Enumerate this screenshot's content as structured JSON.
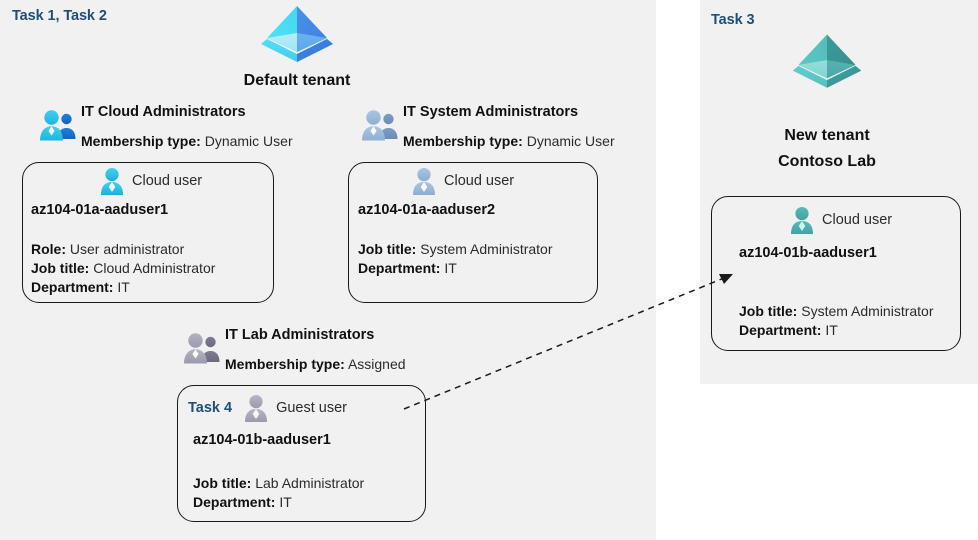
{
  "panels": {
    "left": {
      "task_label": "Task 1, Task 2"
    },
    "right": {
      "task_label": "Task 3"
    }
  },
  "tenants": [
    {
      "id": "default-tenant",
      "name_line1": "Default tenant",
      "name_line2": "",
      "icon": "azure-ad-tenant-icon",
      "color": "#3fa9f5"
    },
    {
      "id": "new-tenant",
      "name_line1": "New  tenant",
      "name_line2": "Contoso Lab",
      "icon": "azure-ad-tenant-icon",
      "color": "#4cb3b0"
    }
  ],
  "groups": [
    {
      "id": "it-cloud-administrators",
      "title": "IT Cloud Administrators",
      "membership_label": "Membership type:",
      "membership_value": "Dynamic User",
      "icon": "group-users-icon",
      "icon_theme": "cyan"
    },
    {
      "id": "it-system-administrators",
      "title": "IT System Administrators",
      "membership_label": "Membership type:",
      "membership_value": "Dynamic User",
      "icon": "group-users-icon",
      "icon_theme": "steel"
    },
    {
      "id": "it-lab-administrators",
      "title": "IT Lab Administrators",
      "membership_label": "Membership type:",
      "membership_value": "Assigned",
      "icon": "group-users-icon",
      "icon_theme": "gray"
    }
  ],
  "cards": [
    {
      "id": "az104-01a-aaduser1",
      "task_tag": "",
      "user_type": "Cloud user",
      "user_icon": "cloud-user-icon",
      "icon_theme": "cyan",
      "username": "az104-01a-aaduser1",
      "fields": [
        {
          "label": "Role:",
          "value": "User administrator"
        },
        {
          "label": "Job title:",
          "value": "Cloud Administrator"
        },
        {
          "label": "Department:",
          "value": "IT"
        }
      ]
    },
    {
      "id": "az104-01a-aaduser2",
      "task_tag": "",
      "user_type": "Cloud user",
      "user_icon": "cloud-user-icon",
      "icon_theme": "steel",
      "username": "az104-01a-aaduser2",
      "fields": [
        {
          "label": "Job title:",
          "value": "System Administrator"
        },
        {
          "label": "Department:",
          "value": "IT"
        }
      ]
    },
    {
      "id": "az104-01b-aaduser1-guest",
      "task_tag": "Task 4",
      "user_type": "Guest user",
      "user_icon": "guest-user-icon",
      "icon_theme": "gray",
      "username": "az104-01b-aaduser1",
      "fields": [
        {
          "label": "Job title:",
          "value": "Lab Administrator"
        },
        {
          "label": "Department:",
          "value": "IT"
        }
      ]
    },
    {
      "id": "az104-01b-aaduser1-cloud",
      "task_tag": "",
      "user_type": "Cloud user",
      "user_icon": "cloud-user-icon",
      "icon_theme": "teal",
      "username": "az104-01b-aaduser1",
      "fields": [
        {
          "label": "Job title:",
          "value": "System Administrator"
        },
        {
          "label": "Department:",
          "value": "IT"
        }
      ]
    }
  ],
  "connector": {
    "id": "guest-to-new-tenant-arrow",
    "style": "dashed",
    "color": "#1a1a1a",
    "direction": "guest-user-to-new-tenant-cloud-user"
  },
  "colors": {
    "panel_background": "#f1f1f1",
    "page_background": "#ffffff",
    "task_label": "#1f4e79",
    "card_border": "#1a1a1a",
    "text_primary": "#111111",
    "text_secondary": "#2b2b2b",
    "tenant_blue": "#3fa9f5",
    "tenant_teal": "#4cb3b0"
  }
}
